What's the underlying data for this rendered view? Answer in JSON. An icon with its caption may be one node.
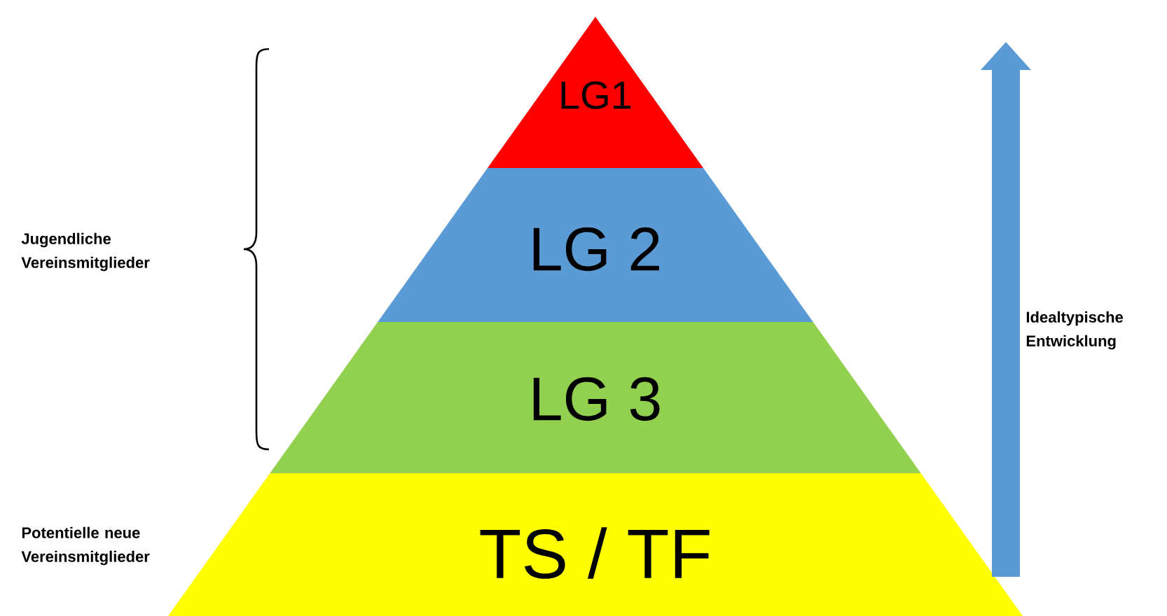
{
  "diagram": {
    "nodes": [
      {
        "text": [
          "LG1"
        ]
      },
      {
        "text": [
          "LG 2"
        ]
      },
      {
        "text": [
          "LG 3"
        ]
      },
      {
        "text": [
          "TS / TF"
        ]
      }
    ],
    "labels": [
      "Jugendliche Vereinsmitglieder",
      "Potentielle neue Vereinsmitglieder",
      "Idealtypische Entwicklung"
    ]
  }
}
